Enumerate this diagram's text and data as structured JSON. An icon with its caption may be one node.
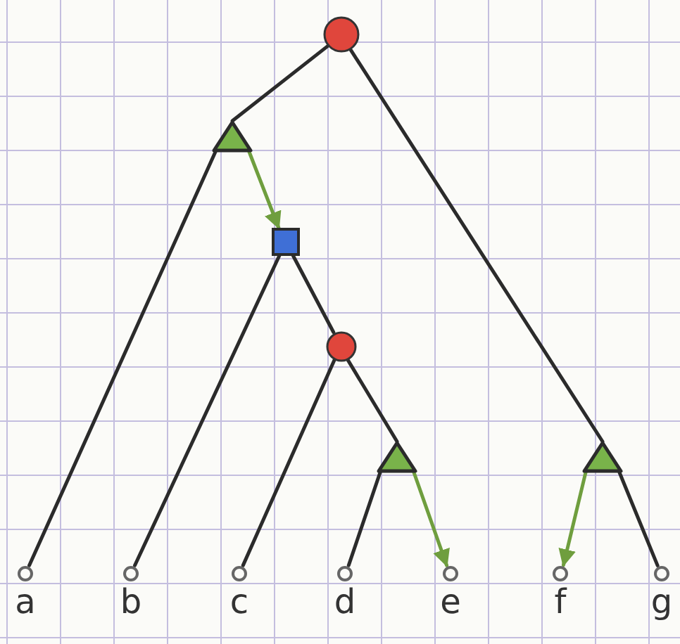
{
  "diagram": {
    "nodes": [
      {
        "text": [],
        "shape": "circle"
      },
      {
        "text": [],
        "shape": "triangle"
      },
      {
        "text": [],
        "shape": "box"
      },
      {
        "text": [],
        "shape": "circle"
      },
      {
        "text": [],
        "shape": "triangle"
      },
      {
        "text": [],
        "shape": "triangle"
      },
      {
        "text": [
          "a"
        ]
      },
      {
        "text": [
          "b"
        ]
      },
      {
        "text": [
          "c"
        ]
      },
      {
        "text": [
          "d"
        ]
      },
      {
        "text": [
          "e"
        ]
      },
      {
        "text": [
          "f"
        ]
      },
      {
        "text": [
          "g"
        ]
      }
    ],
    "edges": [
      {
        "from": 0,
        "to": 1,
        "arrow": "none"
      },
      {
        "from": 0,
        "to": 5,
        "arrow": "none"
      },
      {
        "from": 1,
        "to": 6,
        "arrow": "none"
      },
      {
        "from": 1,
        "to": 2,
        "arrow": "to",
        "color": "#6f9e3e"
      },
      {
        "from": 2,
        "to": 7,
        "arrow": "none"
      },
      {
        "from": 2,
        "to": 3,
        "arrow": "none"
      },
      {
        "from": 3,
        "to": 8,
        "arrow": "none"
      },
      {
        "from": 3,
        "to": 4,
        "arrow": "none"
      },
      {
        "from": 4,
        "to": 9,
        "arrow": "none"
      },
      {
        "from": 4,
        "to": 10,
        "arrow": "to",
        "color": "#6f9e3e"
      },
      {
        "from": 5,
        "to": 11,
        "arrow": "to",
        "color": "#6f9e3e"
      },
      {
        "from": 5,
        "to": 12,
        "arrow": "none"
      }
    ]
  }
}
